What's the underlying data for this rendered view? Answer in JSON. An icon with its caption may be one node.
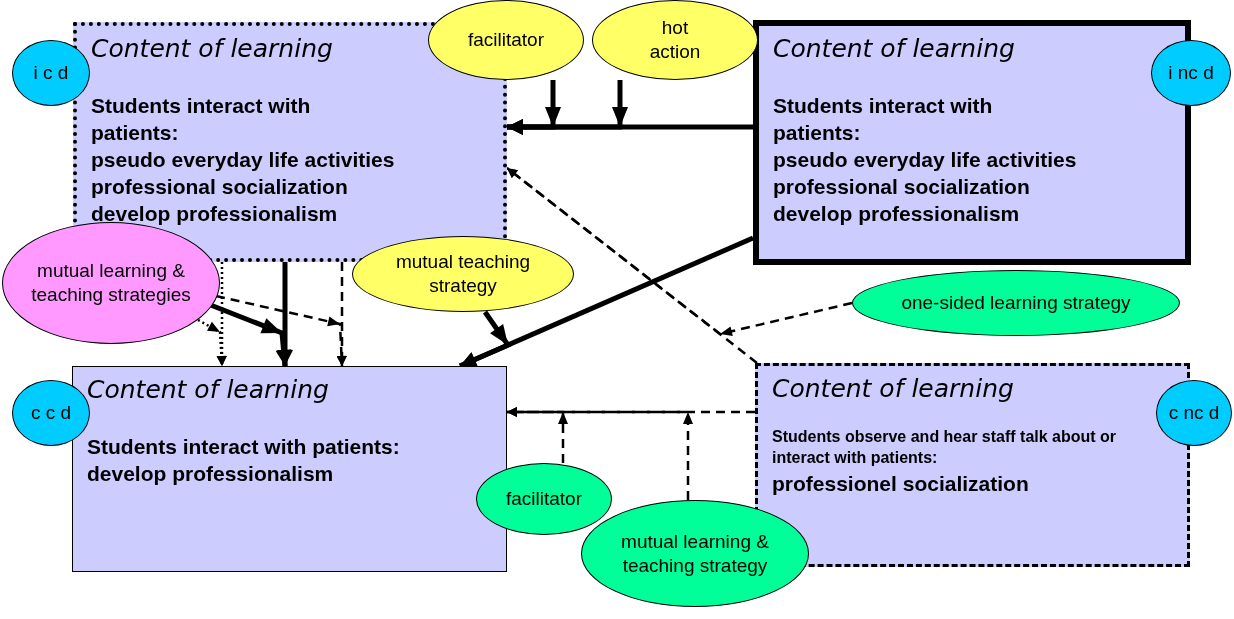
{
  "diagram": {
    "nodes": [
      {
        "text": [
          "Content of learning",
          "Students interact with patients:",
          "pseudo everyday life activities",
          "professional socialization",
          "develop professionalism"
        ]
      },
      {
        "text": [
          "i c d"
        ]
      },
      {
        "text": [
          "facilitator"
        ]
      },
      {
        "text": [
          "hot action"
        ]
      },
      {
        "text": [
          "Content of learning",
          "Students interact with patients:",
          "pseudo everyday life activities",
          "professional socialization",
          "develop professionalism"
        ]
      },
      {
        "text": [
          "i nc d"
        ]
      },
      {
        "text": [
          "mutual learning & teaching strategies"
        ]
      },
      {
        "text": [
          "mutual teaching strategy"
        ]
      },
      {
        "text": [
          "one-sided learning strategy"
        ]
      },
      {
        "text": [
          "Content of learning",
          "Students interact with patients:",
          "develop professionalism"
        ]
      },
      {
        "text": [
          "c c d"
        ]
      },
      {
        "text": [
          "Content of learning",
          "Students observe and hear staff talk about or interact with patients:",
          "professionel socialization"
        ]
      },
      {
        "text": [
          "c nc d"
        ]
      },
      {
        "text": [
          "facilitator"
        ]
      },
      {
        "text": [
          "mutual learning & teaching strategy"
        ]
      }
    ],
    "edges": [
      {
        "from": 4,
        "to": 0,
        "arrow": "to",
        "style": "thick"
      },
      {
        "from": 2,
        "to": 0,
        "arrow": "to",
        "style": "thick"
      },
      {
        "from": 3,
        "to": 0,
        "arrow": "to",
        "style": "thick"
      },
      {
        "from": 0,
        "to": 9,
        "arrow": "to",
        "style": "thick"
      },
      {
        "from": 0,
        "to": 9,
        "arrow": "to",
        "style": "dashed"
      },
      {
        "from": 0,
        "to": 9,
        "arrow": "to",
        "style": "dashed"
      },
      {
        "from": 6,
        "to": 9,
        "arrow": "to",
        "style": "thick"
      },
      {
        "from": 6,
        "to": 9,
        "arrow": "to",
        "style": "dashed"
      },
      {
        "from": 6,
        "to": 9,
        "arrow": "to",
        "style": "dashed"
      },
      {
        "from": 7,
        "to": 9,
        "arrow": "to",
        "style": "thick"
      },
      {
        "from": 4,
        "to": 9,
        "arrow": "to",
        "style": "thick"
      },
      {
        "from": 11,
        "to": 0,
        "arrow": "to",
        "style": "dashed"
      },
      {
        "from": 8,
        "to": 0,
        "arrow": "to",
        "style": "dashed"
      },
      {
        "from": 11,
        "to": 9,
        "arrow": "to",
        "style": "dashed"
      },
      {
        "from": 13,
        "to": 9,
        "arrow": "to",
        "style": "dashed"
      },
      {
        "from": 14,
        "to": 9,
        "arrow": "to",
        "style": "dashed"
      }
    ]
  }
}
